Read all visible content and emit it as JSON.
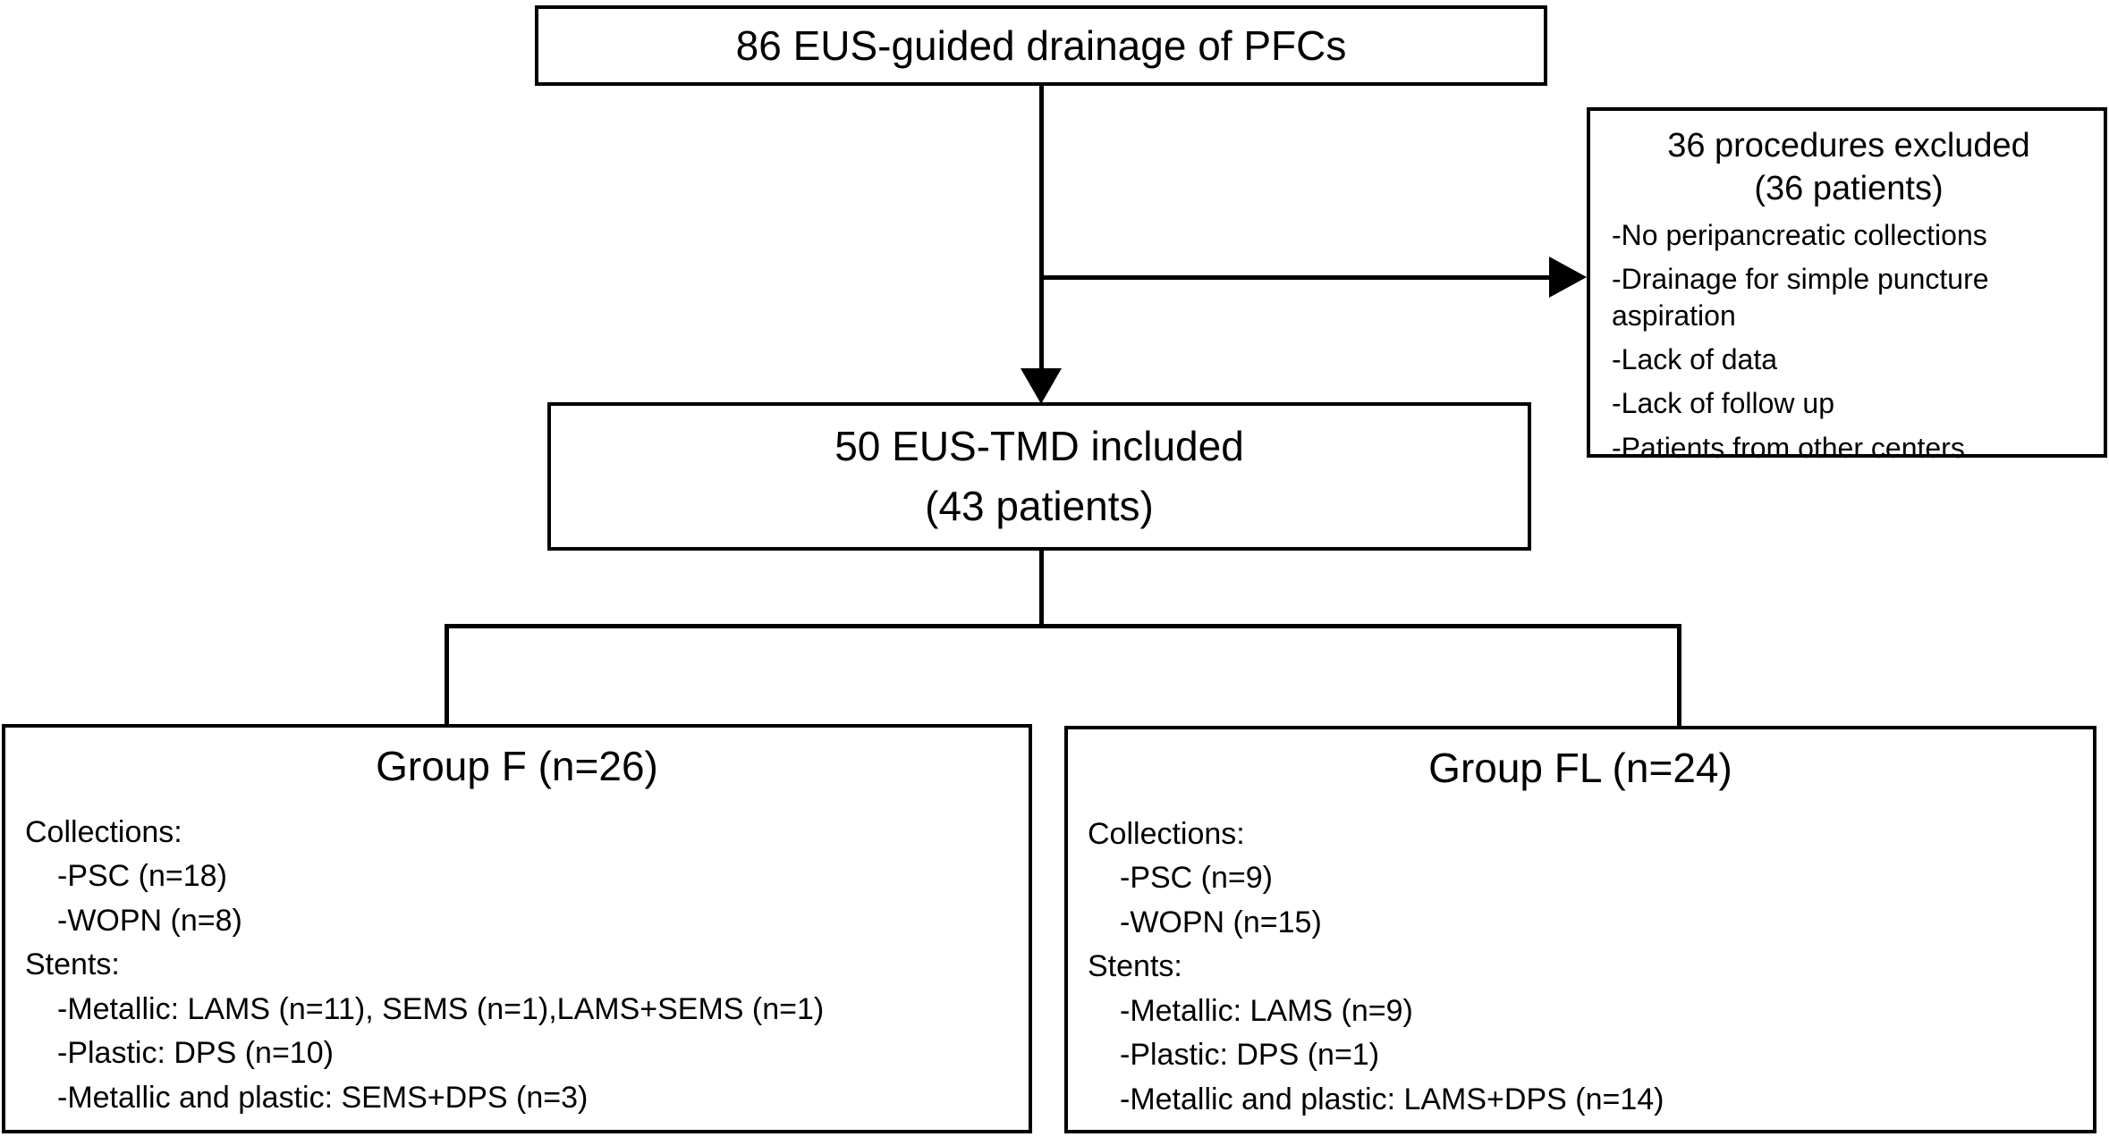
{
  "diagram": {
    "colors": {
      "background": "#ffffff",
      "line": "#000000",
      "text": "#000000"
    },
    "top": {
      "label": "86 EUS-guided drainage of PFCs"
    },
    "excluded": {
      "title_line1": "36 procedures excluded",
      "title_line2": "(36 patients)",
      "items": [
        "-No peripancreatic collections",
        "-Drainage for simple puncture aspiration",
        "-Lack of data",
        "-Lack of follow up",
        "-Patients from other centers"
      ]
    },
    "included": {
      "line1": "50 EUS-TMD included",
      "line2": "(43 patients)"
    },
    "group_f": {
      "title": "Group F (n=26)",
      "collections_label": "Collections:",
      "collections": [
        "-PSC (n=18)",
        "-WOPN (n=8)"
      ],
      "stents_label": "Stents:",
      "stents": [
        "-Metallic: LAMS (n=11), SEMS (n=1),LAMS+SEMS (n=1)",
        "-Plastic: DPS (n=10)",
        "-Metallic and plastic: SEMS+DPS (n=3)"
      ]
    },
    "group_fl": {
      "title": "Group FL (n=24)",
      "collections_label": "Collections:",
      "collections": [
        "-PSC (n=9)",
        "-WOPN (n=15)"
      ],
      "stents_label": "Stents:",
      "stents": [
        "-Metallic: LAMS (n=9)",
        "-Plastic: DPS (n=1)",
        "-Metallic and plastic: LAMS+DPS (n=14)"
      ]
    }
  }
}
